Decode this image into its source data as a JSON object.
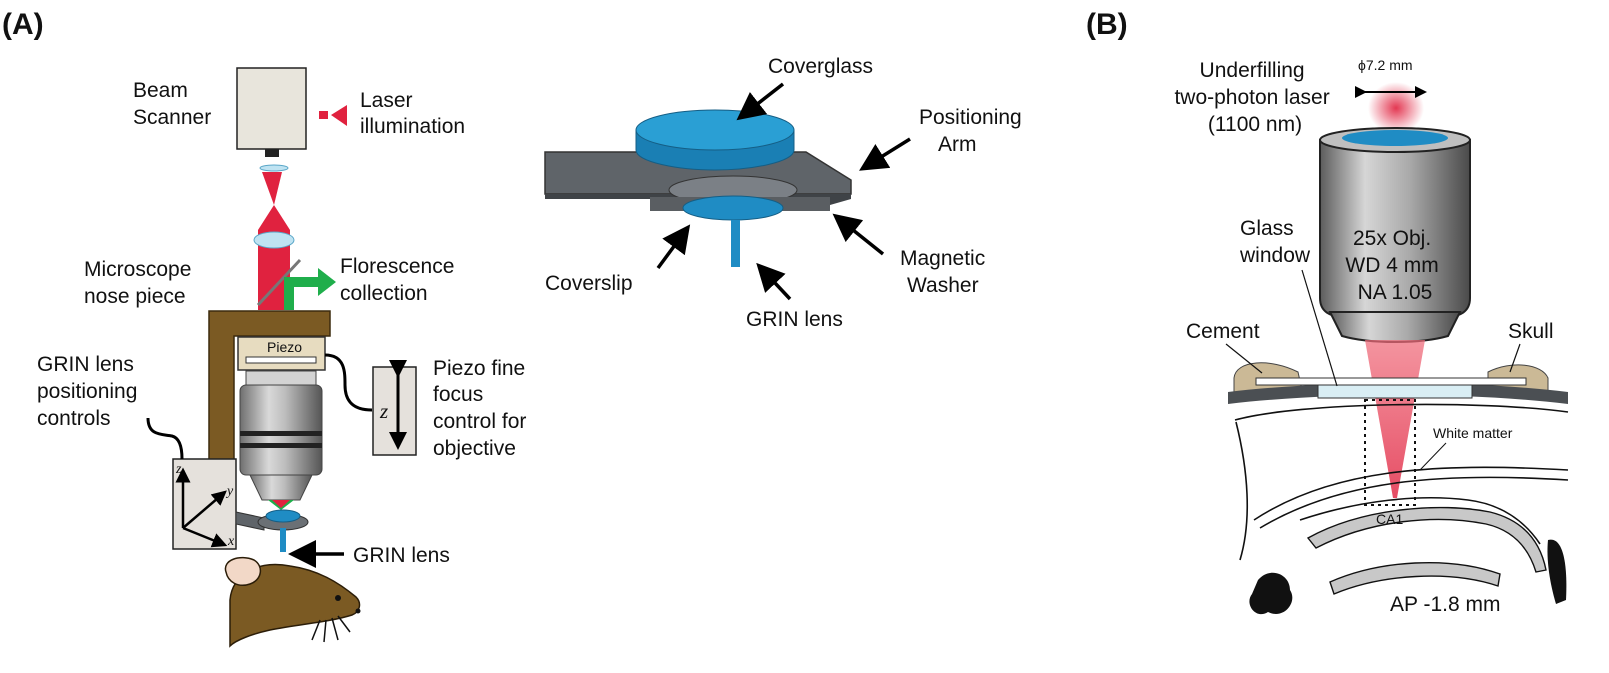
{
  "panel_a": {
    "tag": "(A)",
    "beam_scanner": [
      "Beam",
      "Scanner"
    ],
    "laser": [
      "Laser",
      "illumination"
    ],
    "nose_piece": [
      "Microscope",
      "nose piece"
    ],
    "florescence": [
      "Florescence",
      "collection"
    ],
    "piezo_box": "Piezo",
    "piezo_fine": [
      "Piezo fine",
      "focus",
      "control for",
      "objective"
    ],
    "grin_controls": [
      "GRIN lens",
      "positioning",
      "controls"
    ],
    "grin_lens": "GRIN lens",
    "axis_z": "z",
    "axis_y": "y",
    "axis_x": "x",
    "piezo_axis": "z"
  },
  "inset": {
    "coverglass": "Coverglass",
    "positioning_arm": [
      "Positioning",
      "Arm"
    ],
    "magnetic_washer": [
      "Magnetic",
      "Washer"
    ],
    "coverslip": "Coverslip",
    "grin_lens": "GRIN lens"
  },
  "panel_b": {
    "tag": "(B)",
    "beam_diameter": "ϕ7.2 mm",
    "laser": [
      "Underfilling",
      "two-photon laser",
      "(1100 nm)"
    ],
    "objective": [
      "25x Obj.",
      "WD 4 mm",
      "NA 1.05"
    ],
    "glass_window": [
      "Glass",
      "window"
    ],
    "cement": "Cement",
    "skull": "Skull",
    "white_matter": "White matter",
    "ca1": "CA1",
    "ap": "AP -1.8 mm"
  },
  "colors": {
    "laser_red": "#e0223f",
    "beam_green": "#1fae4b",
    "glass_blue": "#1f8cc4",
    "frame_brown": "#7b5a23",
    "arm_gray": "#5f6469"
  }
}
